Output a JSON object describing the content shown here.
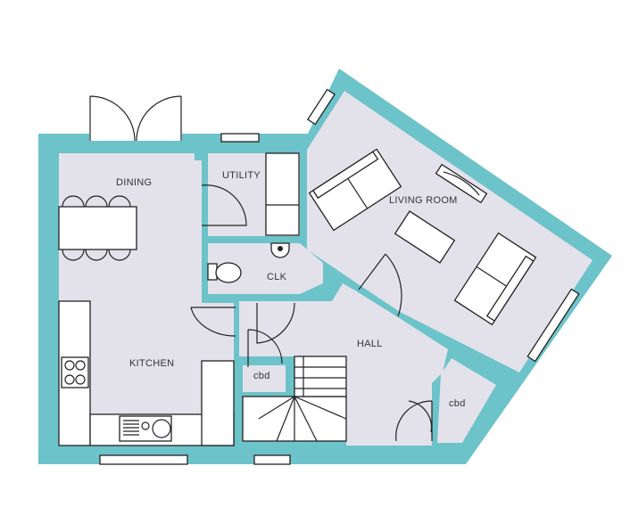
{
  "plan": {
    "colors": {
      "wall": "#6cc3c9",
      "floor": "#e3e2ea",
      "fixture": "#ffffff",
      "line": "#222222"
    },
    "rooms": {
      "dining": "DINING",
      "utility": "UTILITY",
      "living": "LIVING ROOM",
      "clk": "CLK",
      "kitchen": "KITCHEN",
      "hall": "HALL",
      "cbd1": "cbd",
      "cbd2": "cbd"
    }
  }
}
